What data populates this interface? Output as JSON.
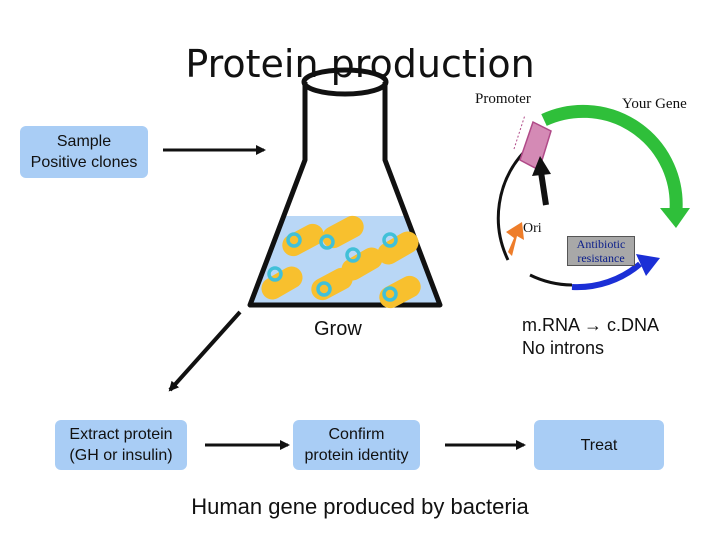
{
  "title": "Protein production",
  "sample_box": {
    "line1": "Sample",
    "line2": "Positive clones"
  },
  "grow_label": "Grow",
  "mrna_label": {
    "line1": "m.RNA → c.DNA",
    "line2": "No introns"
  },
  "plasmid": {
    "promoter": "Promoter",
    "your_gene": "Your Gene",
    "ori": "Ori",
    "antibiotic_line1": "Antibiotic",
    "antibiotic_line2": "resistance"
  },
  "extract_box": {
    "line1": "Extract protein",
    "line2": "(GH or insulin)"
  },
  "confirm_box": {
    "line1": "Confirm",
    "line2": "protein identity"
  },
  "treat_box": {
    "label": "Treat"
  },
  "footer": "Human gene produced by bacteria",
  "colors": {
    "box_fill": "#a9cdf5",
    "liquid": "#b9d7f6",
    "bacteria": "#f8c02e",
    "plasmid_ring": "#41c0d8",
    "gene_arrow": "#2fbf3a",
    "promoter": "#c8649a",
    "ori": "#ee7d2a",
    "antibiotic": "#1b2fd6"
  },
  "icons": [
    "flask-icon",
    "bacterium-icon",
    "plasmid-icon",
    "arrow-icon"
  ]
}
